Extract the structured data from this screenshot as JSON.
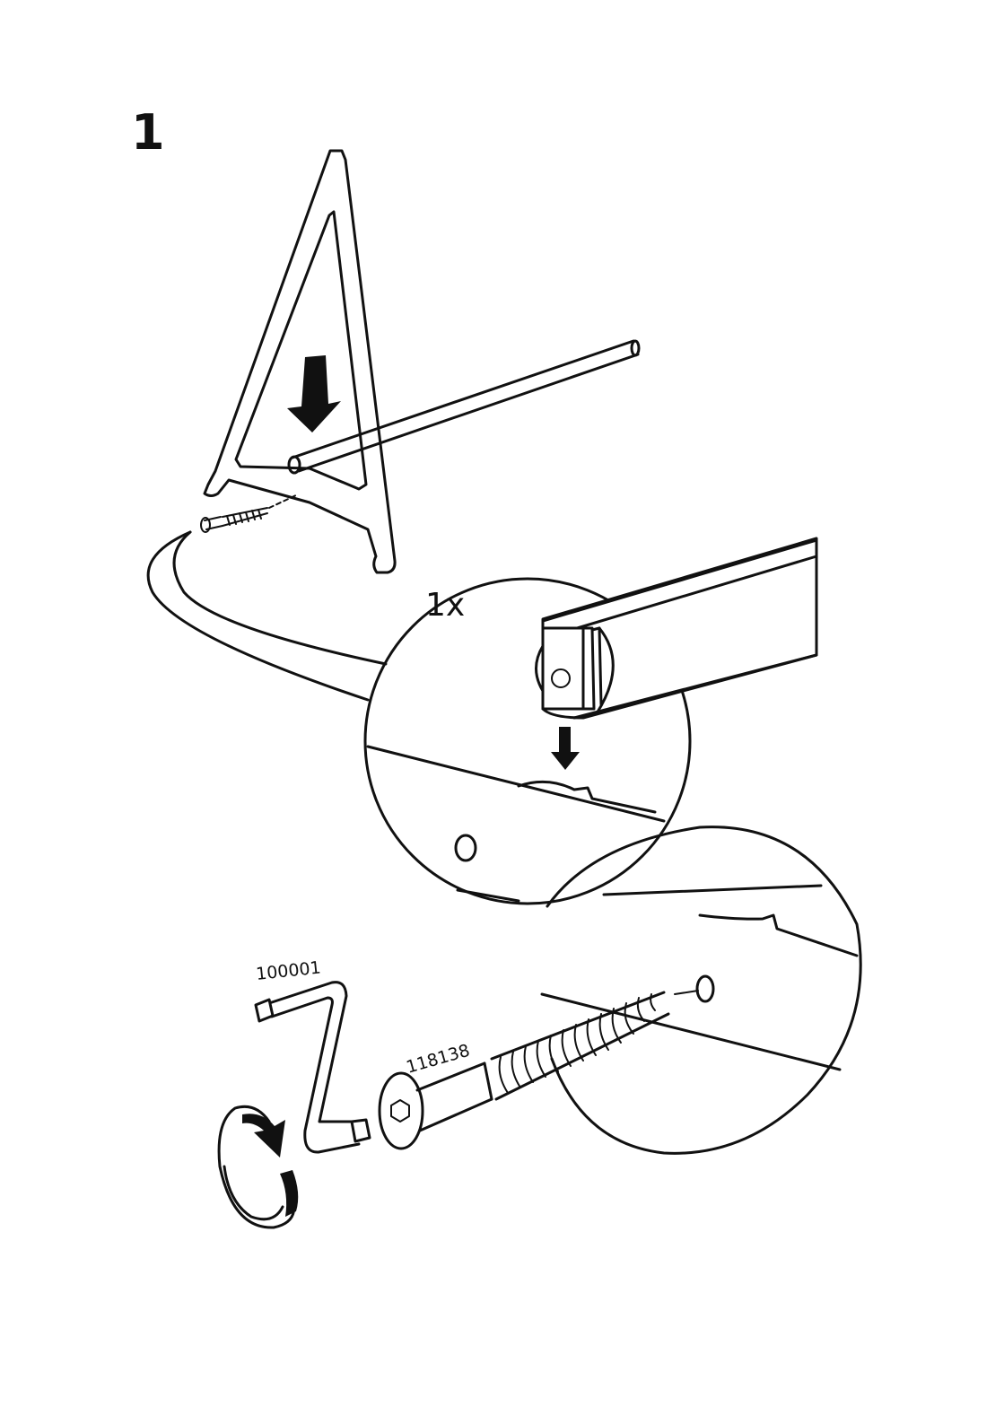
{
  "step": {
    "number": "1"
  },
  "quantity": {
    "label": "1x"
  },
  "parts": {
    "allen_key": {
      "id": "100001",
      "icon": "allen-key-icon"
    },
    "bolt": {
      "id": "118138",
      "icon": "bolt-icon"
    }
  },
  "icons": [
    "down-arrow-icon",
    "rotate-arrow-icon",
    "magnifier-circle-icon"
  ],
  "colors": {
    "ink": "#111111",
    "paper": "#ffffff"
  }
}
